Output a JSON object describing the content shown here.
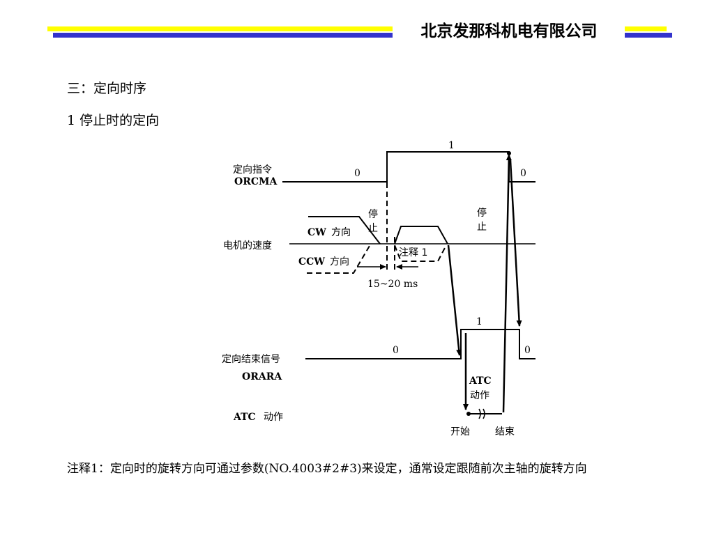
{
  "header": {
    "company": "北京发那科机电有限公司",
    "colors": {
      "yellow": "#ffff00",
      "blue": "#3333cc"
    }
  },
  "section_title": "三：定向时序",
  "subsection_title": "1 停止时的定向",
  "diagram": {
    "orient_cmd_label": "定向指令",
    "orient_cmd_signal": "ORCMA",
    "orient_cmd_low": "0",
    "orient_cmd_high": "1",
    "orient_cmd_end": "0",
    "motor_speed_label": "电机的速度",
    "cw_label_latin": "CW",
    "cw_label_cn": "方向",
    "ccw_label_latin": "CCW",
    "ccw_label_cn": "方向",
    "stop_label_1": "停止",
    "stop_label_2": "停止",
    "note_label": "注释 1",
    "timing_label": "15~20 ms",
    "orient_end_label": "定向结束信号",
    "orient_end_signal": "ORARA",
    "orient_end_low": "0",
    "orient_end_high": "1",
    "orient_end_end": "0",
    "atc_action_latin": "ATC",
    "atc_action_cn": "动作",
    "atc_box_latin": "ATC",
    "atc_box_cn": "动作",
    "start_label": "开始",
    "end_label": "结束"
  },
  "footnote": "注释1：定向时的旋转方向可通过参数(NO.4003#2#3)来设定，通常设定跟随前次主轴的旋转方向"
}
